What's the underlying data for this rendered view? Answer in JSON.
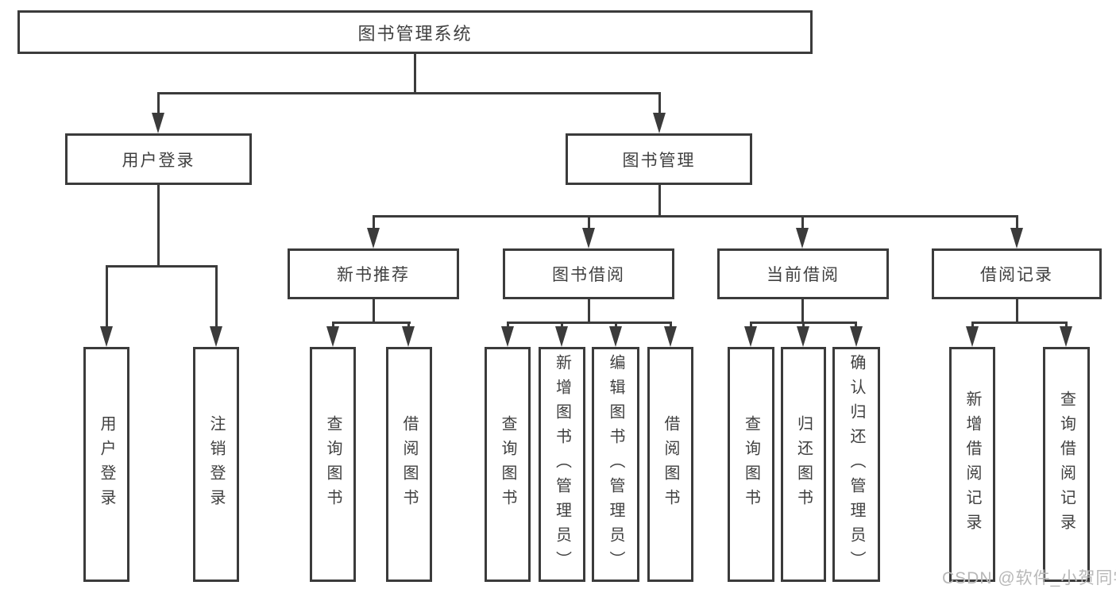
{
  "tree": {
    "root_label": "图书管理系统",
    "branches": [
      {
        "label": "用户登录",
        "leaves": [
          "用户登录",
          "注销登录"
        ]
      },
      {
        "label": "图书管理",
        "groups": [
          {
            "label": "新书推荐",
            "leaves": [
              "查询图书",
              "借阅图书"
            ]
          },
          {
            "label": "图书借阅",
            "leaves": [
              "查询图书",
              "新增图书（管理员）",
              "编辑图书（管理员）",
              "借阅图书"
            ]
          },
          {
            "label": "当前借阅",
            "leaves": [
              "查询图书",
              "归还图书",
              "确认归还（管理员）"
            ]
          },
          {
            "label": "借阅记录",
            "leaves": [
              "新增借阅记录",
              "查询借阅记录"
            ]
          }
        ]
      }
    ]
  },
  "watermark": {
    "text": "CSDN @软件_小贺同学"
  },
  "colors": {
    "line": "#3b3b3b",
    "text": "#404040",
    "watermark": "#b8b8b8",
    "background": "#ffffff"
  }
}
